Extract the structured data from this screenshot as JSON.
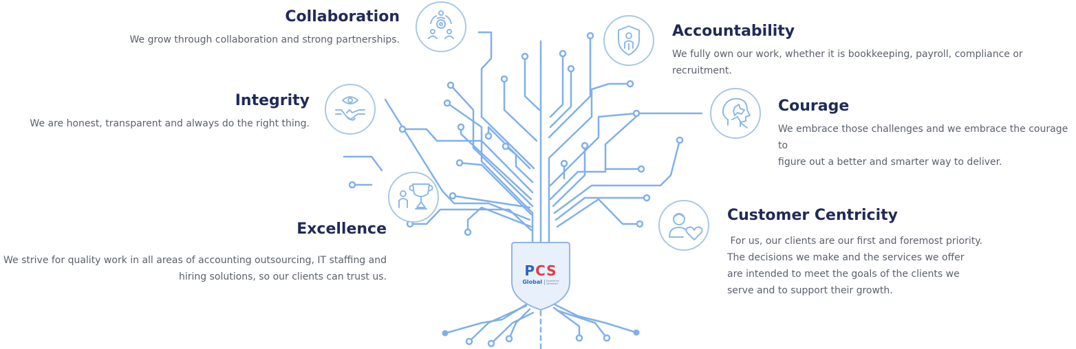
{
  "values": [
    {
      "key": "collaboration",
      "title": "Collaboration",
      "lines": [
        "We grow through collaboration and strong partnerships."
      ],
      "icon": "team-gear-icon"
    },
    {
      "key": "integrity",
      "title": "Integrity",
      "lines": [
        "We are honest, transparent and always do the right thing."
      ],
      "icon": "eye-handshake-icon"
    },
    {
      "key": "excellence",
      "title": "Excellence",
      "lines": [
        "We strive for quality work in all areas of accounting outsourcing, IT staffing and",
        "hiring solutions, so our clients can trust us."
      ],
      "icon": "trophy-person-icon"
    },
    {
      "key": "accountability",
      "title": "Accountability",
      "lines": [
        "We fully own our work, whether it is bookkeeping, payroll, compliance or recruitment."
      ],
      "icon": "shield-person-icon"
    },
    {
      "key": "courage",
      "title": "Courage",
      "lines": [
        "We embrace those challenges and we embrace the courage to",
        "figure out a better and smarter way to deliver."
      ],
      "icon": "head-puzzle-icon"
    },
    {
      "key": "customer_centricity",
      "title": "Customer Centricity",
      "lines": [
        " For us, our clients are our first and foremost priority.",
        "The decisions we make and the services we offer",
        "are intended to meet the goals of the clients we",
        "serve and to support their growth."
      ],
      "icon": "person-heart-icon"
    }
  ],
  "logo": {
    "letters": [
      "P",
      "C",
      "S"
    ],
    "word": "Global",
    "tagline": [
      "Excellence",
      "Delivered"
    ]
  },
  "colors": {
    "line": "#7fb0ea",
    "icon": "#8db9e6",
    "title": "#1f2b57",
    "text": "#5a5f6b",
    "shield_fill": "#e8f1fb",
    "shield_stroke": "#8fb6e3"
  }
}
